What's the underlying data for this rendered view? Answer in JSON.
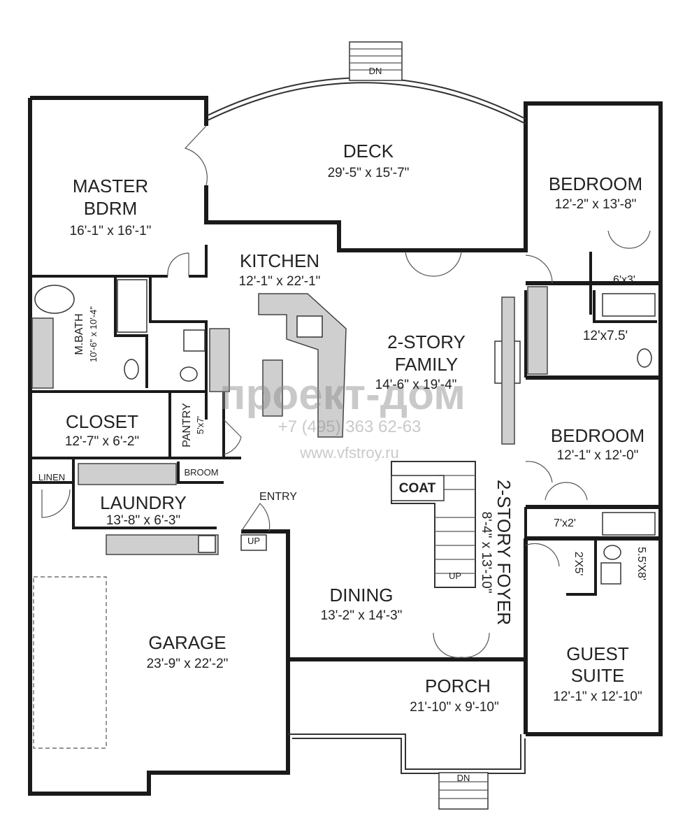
{
  "rooms": {
    "deck": {
      "name": "DECK",
      "dim": "29'-5\" x 15'-7\""
    },
    "master": {
      "name1": "MASTER",
      "name2": "BDRM",
      "dim": "16'-1\" x 16'-1\""
    },
    "kitchen": {
      "name": "KITCHEN",
      "dim": "12'-1\" x 22'-1\""
    },
    "bedroom1": {
      "name": "BEDROOM",
      "dim": "12'-2\" x 13'-8\""
    },
    "bath_6x3": {
      "name": "6'x3'"
    },
    "bath_12x75": {
      "name": "12'x7.5'"
    },
    "family": {
      "name1": "2-STORY",
      "name2": "FAMILY",
      "dim": "14'-6\" x 19'-4\""
    },
    "mbath": {
      "name": "M.BATH",
      "dim": "10'-6\" x 10'-4\""
    },
    "closet": {
      "name": "CLOSET",
      "dim": "12'-7\" x 6'-2\""
    },
    "pantry": {
      "name": "PANTRY",
      "dim": "5'x7'"
    },
    "bedroom2": {
      "name": "BEDROOM",
      "dim": "12'-1\" x 12'-0\""
    },
    "linen": {
      "name": "LINEN"
    },
    "broom": {
      "name": "BROOM"
    },
    "laundry": {
      "name": "LAUNDRY",
      "dim": "13'-8\" x 6'-3\""
    },
    "entry": {
      "name": "ENTRY"
    },
    "coat": {
      "name": "COAT"
    },
    "foyer": {
      "name": "2-STORY FOYER",
      "dim": "8'-4\" x 13'-10\""
    },
    "closet_7x2": {
      "name": "7'x2'"
    },
    "closet_2x5": {
      "name": "2'X5'"
    },
    "bath_55x8": {
      "name": "5.5'X8'"
    },
    "dining": {
      "name": "DINING",
      "dim": "13'-2\" x 14'-3\""
    },
    "garage": {
      "name": "GARAGE",
      "dim": "23'-9\" x 22'-2\""
    },
    "guest": {
      "name1": "GUEST",
      "name2": "SUITE",
      "dim": "12'-1\" x 12'-10\""
    },
    "porch": {
      "name": "PORCH",
      "dim": "21'-10\" x 9'-10\""
    }
  },
  "stairs": {
    "dn_top": "DN",
    "dn_bottom": "DN",
    "up_main": "UP",
    "up_garage": "UP"
  },
  "watermark": {
    "brand": "проект-дом",
    "phone": "+7 (495) 363 62-63",
    "url": "www.vfstroy.ru"
  }
}
